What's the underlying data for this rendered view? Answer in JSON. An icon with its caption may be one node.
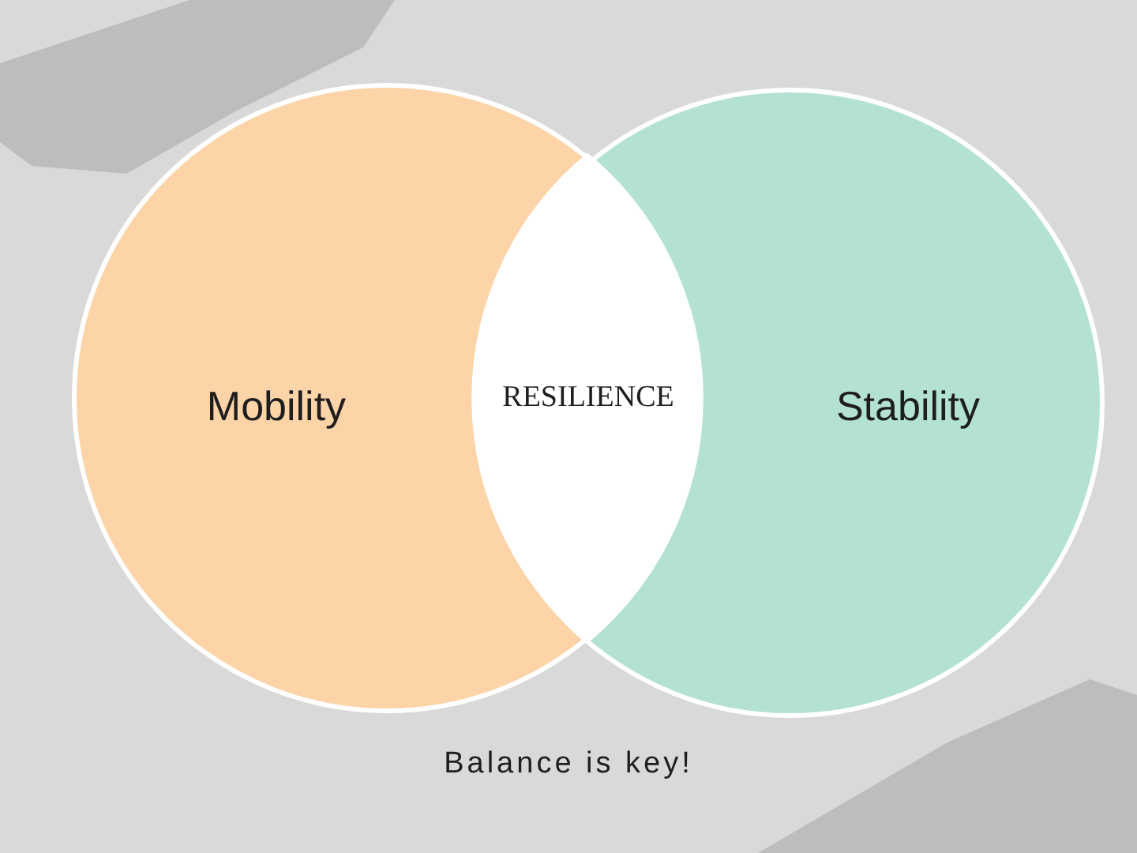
{
  "diagram": {
    "nodes": [
      {
        "text": [
          "Mobility"
        ]
      },
      {
        "text": [
          "Stability"
        ]
      },
      {
        "text": [
          "RESILIENCE"
        ]
      }
    ],
    "caption": "Balance is key!"
  }
}
